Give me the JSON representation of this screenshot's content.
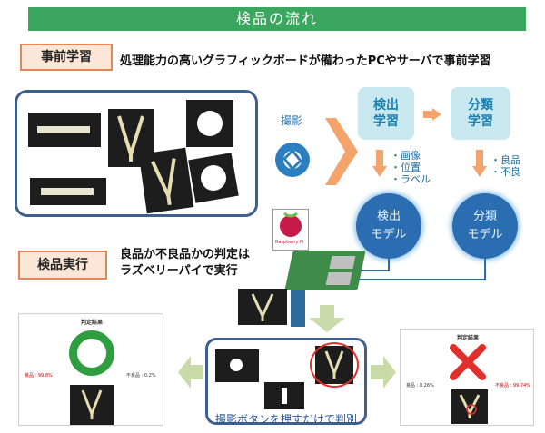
{
  "header": {
    "title": "検品の流れ"
  },
  "prelearning": {
    "tag": "事前学習",
    "description": "処理能力の高いグラフィックボードが備わったPCやサーバで事前学習"
  },
  "camera": {
    "label": "撮影"
  },
  "learning": {
    "detect_box": [
      "検出",
      "学習"
    ],
    "classify_box": [
      "分類",
      "学習"
    ],
    "detect_items": [
      "・画像",
      "・位置",
      "・ラベル"
    ],
    "classify_items": [
      "・良品",
      "・不良"
    ],
    "detect_model": [
      "検出",
      "モデル"
    ],
    "classify_model": [
      "分類",
      "モデル"
    ]
  },
  "inspection": {
    "tag": "検品実行",
    "description_lines": [
      "良品か不良品かの判定は",
      "ラズベリーパイで実行"
    ],
    "press_text": "撮影ボタンを押すだけで判別"
  },
  "results": {
    "left": {
      "title": "判定結果",
      "good": "良品 : 99.8%",
      "bad": "不良品 : 0.2%"
    },
    "right": {
      "title": "判定結果",
      "good": "良品 : 0.26%",
      "bad": "不良品 : 99.74%"
    }
  },
  "raspberry": {
    "label": "Raspberry Pi"
  },
  "colors": {
    "header_green": "#3aa65e",
    "tag_orange": "#e0875a",
    "panel_blue": "#3f5f8f",
    "model_blue": "#2a6db0",
    "learn_box": "#c9e8ef",
    "arrow_orange": "#f4a46a",
    "arrow_green": "#c8dba8",
    "good_green": "#2e9e3e",
    "bad_red": "#e0302b"
  }
}
